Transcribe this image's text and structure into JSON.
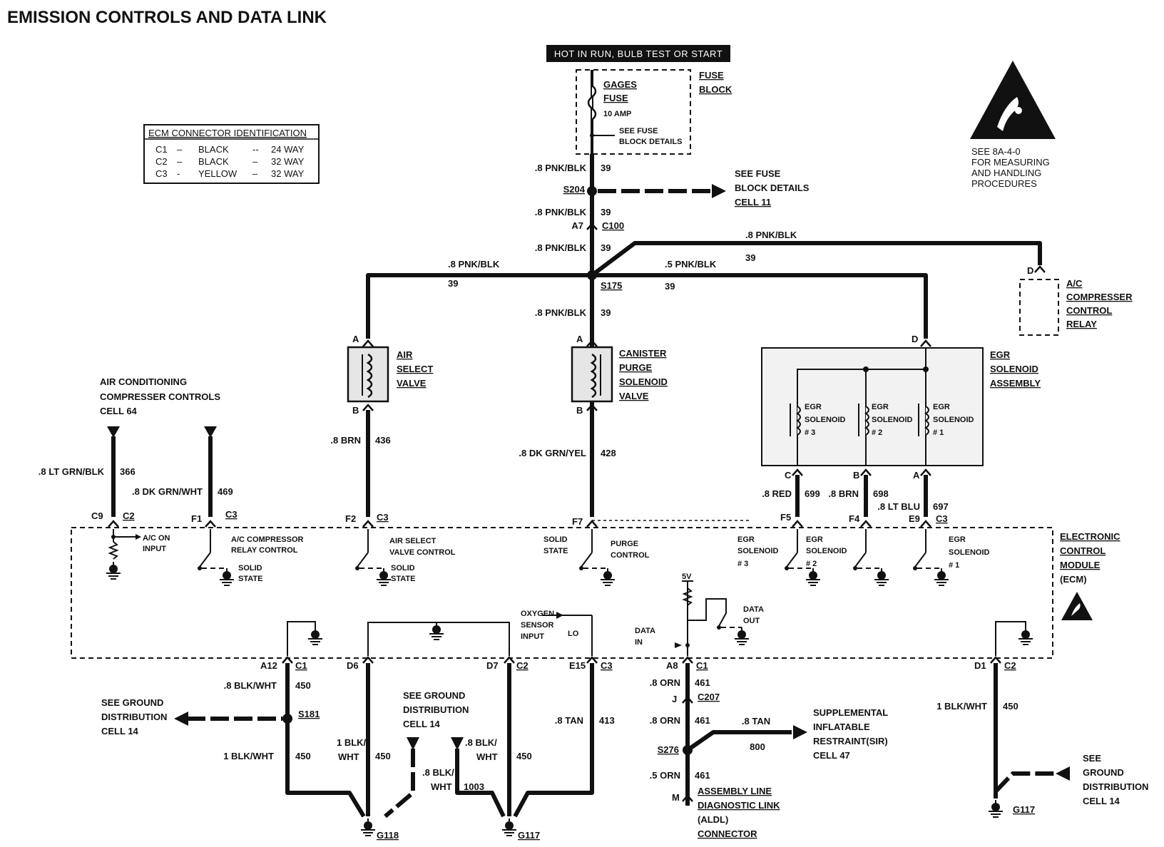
{
  "title": "EMISSION CONTROLS AND DATA LINK",
  "power_label": "HOT IN RUN, BULB TEST OR START",
  "fuse_block": {
    "fuse_name_1": "GAGES",
    "fuse_name_2": "FUSE",
    "fuse_rating": "10 AMP",
    "see_1": "SEE FUSE",
    "see_2": "BLOCK DETAILS",
    "label_1": "FUSE",
    "label_2": "BLOCK"
  },
  "ecm_connector_table": {
    "header": "ECM CONNECTOR IDENTIFICATION",
    "rows": [
      {
        "conn": "C1",
        "dash": "–",
        "color": "BLACK",
        "dash2": "--",
        "ways": "24 WAY"
      },
      {
        "conn": "C2",
        "dash": "–",
        "color": "BLACK",
        "dash2": "–",
        "ways": "32 WAY"
      },
      {
        "conn": "C3",
        "dash": "-",
        "color": "YELLOW",
        "dash2": "–",
        "ways": "32 WAY"
      }
    ]
  },
  "esd_note": [
    "SEE 8A-4-0",
    "FOR MEASURING",
    "AND HANDLING",
    "PROCEDURES"
  ],
  "splices": {
    "s204": "S204",
    "s175": "S175",
    "s181": "S181",
    "s276": "S276"
  },
  "see_fuse_block": [
    "SEE FUSE",
    "BLOCK DETAILS",
    "CELL 11"
  ],
  "connector_c100": {
    "pin": "A7",
    "name": "C100"
  },
  "wires": {
    "pnk_blk": ".8 PNK/BLK",
    "pnk_blk_5": ".5 PNK/BLK",
    "circuit_39": "39",
    "brn": ".8 BRN",
    "c436": "436",
    "dk_grn_yel": ".8 DK GRN/YEL",
    "c428": "428",
    "lt_grn_blk": ".8 LT GRN/BLK",
    "c366": "366",
    "dk_grn_wht": ".8 DK GRN/WHT",
    "c469": "469",
    "red": ".8 RED",
    "c699": "699",
    "brn2": ".8 BRN",
    "c698": "698",
    "lt_blu": ".8 LT BLU",
    "c697": "697",
    "blk_wht_8": ".8 BLK/WHT",
    "c450": "450",
    "blk_wht_1": "1 BLK/WHT",
    "blk_1": "1 BLK/",
    "wht": "WHT",
    "blk_8": ".8 BLK/",
    "blk_8b": ".8 BLK/",
    "c1003": "1003",
    "tan": ".8 TAN",
    "c413": "413",
    "orn_8": ".8 ORN",
    "c461": "461",
    "tan2": ".8 TAN",
    "c800": "800",
    "orn_5": ".5 ORN"
  },
  "components": {
    "air_select_valve": [
      "AIR",
      "SELECT",
      "VALVE"
    ],
    "canister_purge": [
      "CANISTER",
      "PURGE",
      "SOLENOID",
      "VALVE"
    ],
    "egr_assembly": [
      "EGR",
      "SOLENOID",
      "ASSEMBLY"
    ],
    "egr_sol_3": [
      "EGR",
      "SOLENOID",
      "# 3"
    ],
    "egr_sol_2": [
      "EGR",
      "SOLENOID",
      "# 2"
    ],
    "egr_sol_1": [
      "EGR",
      "SOLENOID",
      "# 1"
    ],
    "ac_relay": [
      "A/C",
      "COMPRESSER",
      "CONTROL",
      "RELAY"
    ],
    "ac_controls": [
      "AIR CONDITIONING",
      "COMPRESSER CONTROLS",
      "CELL 64"
    ],
    "ecm": [
      "ELECTRONIC",
      "CONTROL",
      "MODULE",
      "(ECM)"
    ]
  },
  "pins": {
    "A": "A",
    "B": "B",
    "C": "C",
    "D": "D",
    "F2": "F2",
    "F7": "F7",
    "F1": "F1",
    "F5": "F5",
    "F4": "F4",
    "E9": "E9",
    "C9": "C9",
    "A12": "A12",
    "D6": "D6",
    "D7": "D7",
    "E15": "E15",
    "A8": "A8",
    "D1": "D1",
    "J": "J",
    "M": "M",
    "conn_C1": "C1",
    "conn_C2": "C2",
    "conn_C3": "C3",
    "C207": "C207"
  },
  "ecm_internal": {
    "ac_on": [
      "A/C ON",
      "INPUT"
    ],
    "ac_relay_ctrl": [
      "A/C COMPRESSOR",
      "RELAY CONTROL"
    ],
    "solid_state": [
      "SOLID",
      "STATE"
    ],
    "air_select_ctrl": [
      "AIR SELECT",
      "VALVE CONTROL"
    ],
    "purge_ctrl": [
      "PURGE",
      "CONTROL"
    ],
    "egr_ctrl_3": [
      "EGR",
      "SOLENOID",
      "# 3"
    ],
    "egr_ctrl_2": [
      "EGR",
      "SOLENOID",
      "# 2"
    ],
    "egr_ctrl_1": [
      "EGR",
      "SOLENOID",
      "# 1"
    ],
    "oxygen": [
      "OXYGEN",
      "SENSOR",
      "INPUT"
    ],
    "lo": "LO",
    "v5": "5V",
    "data_in": [
      "DATA",
      "IN"
    ],
    "data_out": [
      "DATA",
      "OUT"
    ]
  },
  "grounds": {
    "see_ground_1": [
      "SEE GROUND",
      "DISTRIBUTION",
      "CELL 14"
    ],
    "see_ground_2": [
      "SEE GROUND",
      "DISTRIBUTION",
      "CELL 14"
    ],
    "see_ground_3": [
      "SEE",
      "GROUND",
      "DISTRIBUTION",
      "CELL 14"
    ],
    "g118": "G118",
    "g117": "G117",
    "g117b": "G117"
  },
  "sir": [
    "SUPPLEMENTAL",
    "INFLATABLE",
    "RESTRAINT(SIR)",
    "CELL 47"
  ],
  "aldl": [
    "ASSEMBLY LINE",
    "DIAGNOSTIC LINK",
    "(ALDL)",
    "CONNECTOR"
  ]
}
